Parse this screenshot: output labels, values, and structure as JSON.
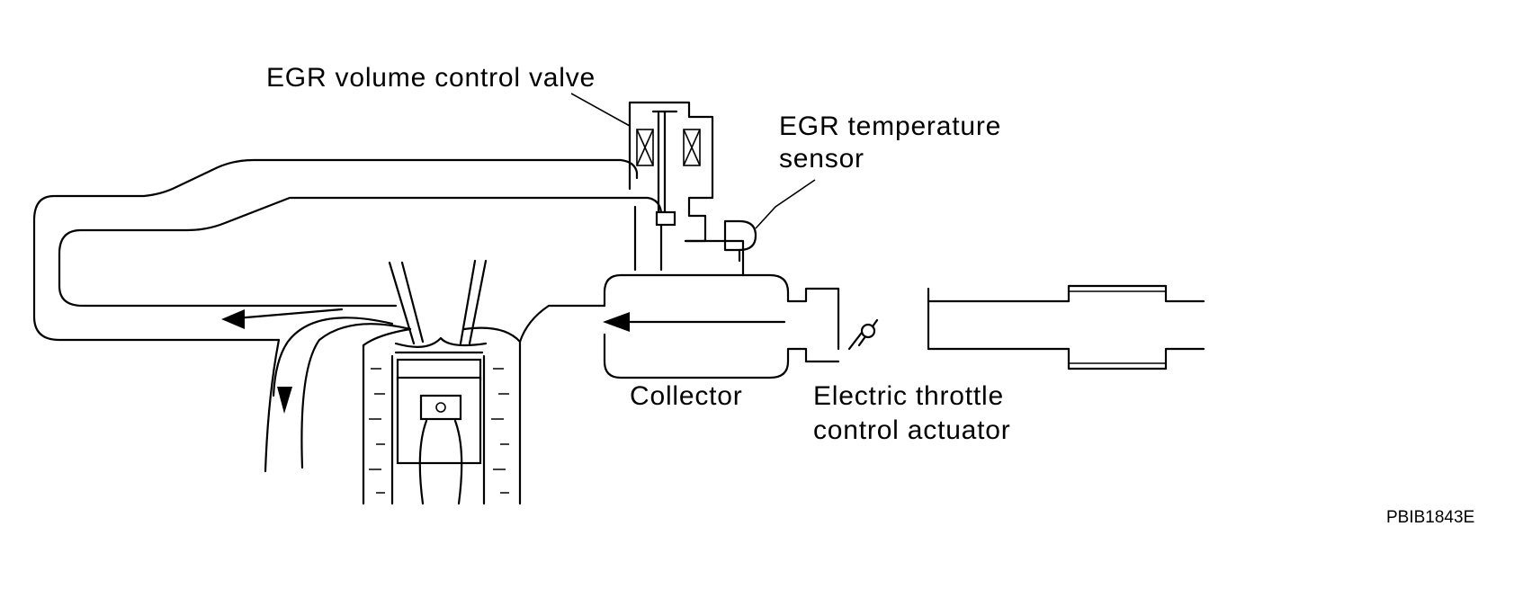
{
  "labels": {
    "egr_valve": "EGR volume control valve",
    "egr_sensor_line1": "EGR temperature",
    "egr_sensor_line2": "sensor",
    "collector": "Collector",
    "throttle_line1": "Electric throttle",
    "throttle_line2": "control actuator"
  },
  "figure_code": "PBIB1843E"
}
